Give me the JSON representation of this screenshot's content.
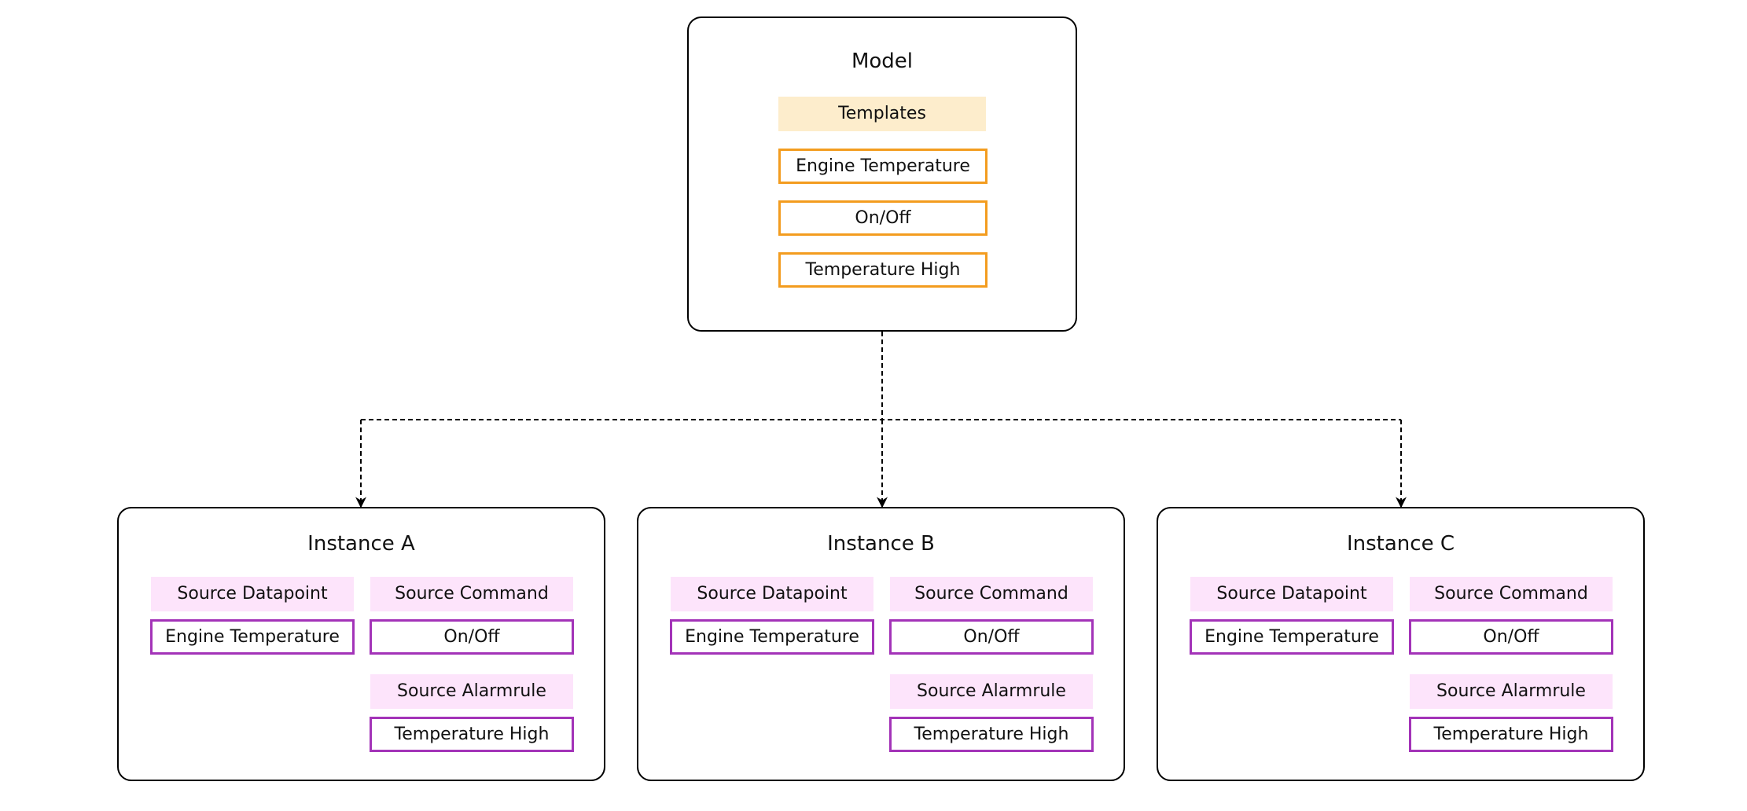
{
  "colors": {
    "template_header": "#fdedcc",
    "template_border": "#f39c1f",
    "source_header": "#fde4fb",
    "source_border": "#a333b8",
    "connector": "#000000"
  },
  "model": {
    "title": "Model",
    "templates_label": "Templates",
    "items": [
      "Engine Temperature",
      "On/Off",
      "Temperature High"
    ]
  },
  "instances": [
    {
      "title": "Instance A",
      "datapoint_label": "Source Datapoint",
      "datapoint_value": "Engine Temperature",
      "command_label": "Source Command",
      "command_value": "On/Off",
      "alarmrule_label": "Source Alarmrule",
      "alarmrule_value": "Temperature High"
    },
    {
      "title": "Instance B",
      "datapoint_label": "Source Datapoint",
      "datapoint_value": "Engine Temperature",
      "command_label": "Source Command",
      "command_value": "On/Off",
      "alarmrule_label": "Source Alarmrule",
      "alarmrule_value": "Temperature High"
    },
    {
      "title": "Instance C",
      "datapoint_label": "Source Datapoint",
      "datapoint_value": "Engine Temperature",
      "command_label": "Source Command",
      "command_value": "On/Off",
      "alarmrule_label": "Source Alarmrule",
      "alarmrule_value": "Temperature High"
    }
  ]
}
